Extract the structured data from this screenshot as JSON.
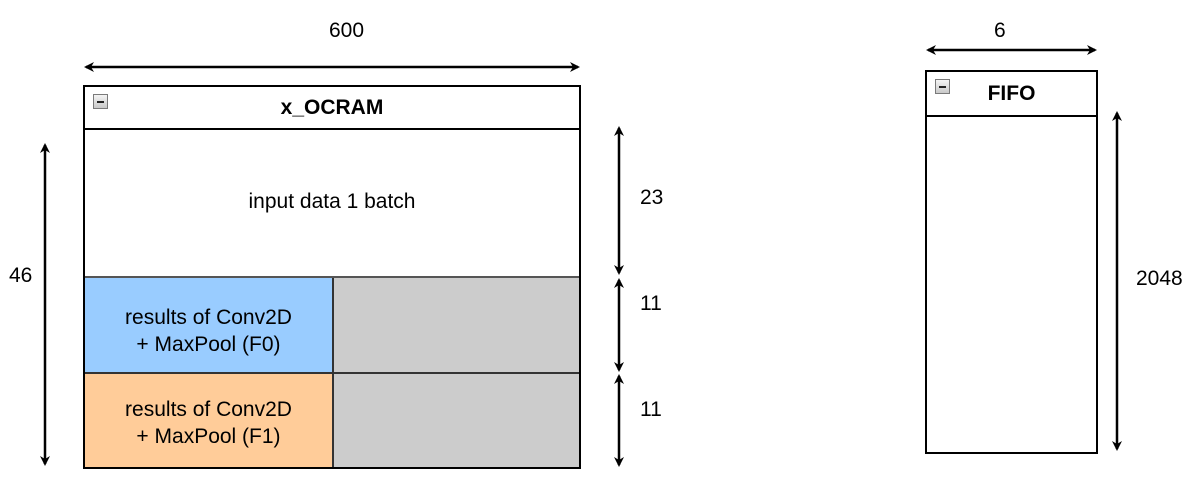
{
  "ocram": {
    "title": "x_OCRAM",
    "width_label": "600",
    "height_label": "46",
    "input_region": {
      "label": "input data 1 batch",
      "size_label": "23"
    },
    "f0_region": {
      "line1": "results of Conv2D",
      "line2": "+ MaxPool (F0)",
      "size_label": "11",
      "color": "#99ccff"
    },
    "f1_region": {
      "line1": "results of Conv2D",
      "line2": "+ MaxPool (F1)",
      "size_label": "11",
      "color": "#ffcc99"
    },
    "unused_color": "#cccccc"
  },
  "fifo": {
    "title": "FIFO",
    "width_label": "6",
    "height_label": "2048"
  },
  "icons": {
    "collapse": "collapse-icon",
    "dimension_arrow": "double-headed-arrow"
  }
}
